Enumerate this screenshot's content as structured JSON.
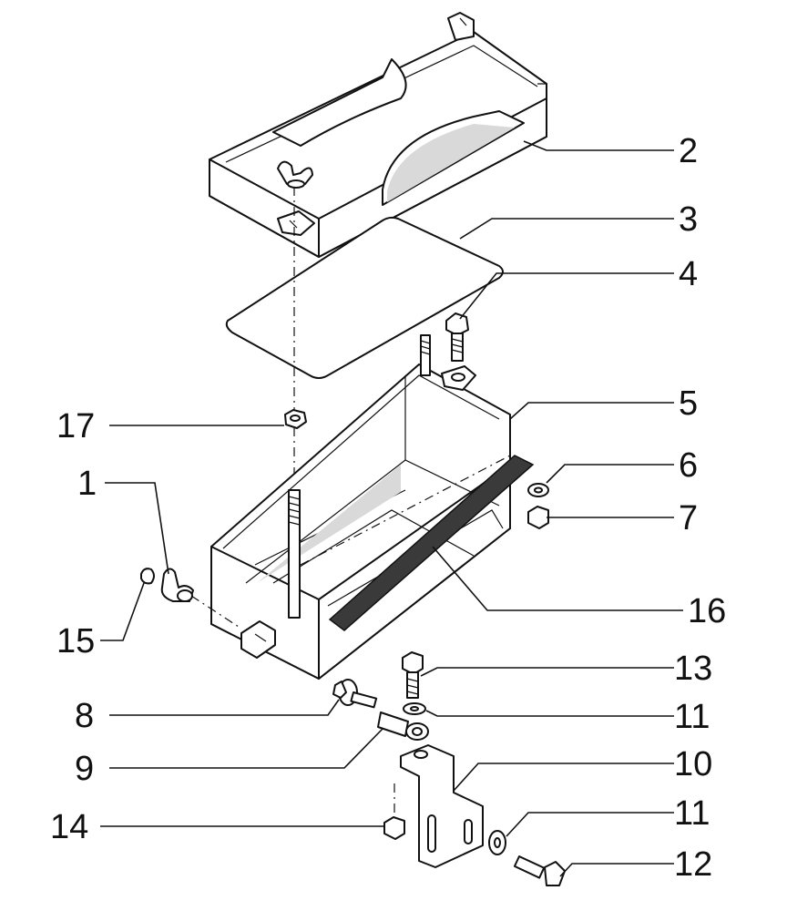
{
  "callouts": [
    {
      "id": "c2",
      "label": "2"
    },
    {
      "id": "c3",
      "label": "3"
    },
    {
      "id": "c4",
      "label": "4"
    },
    {
      "id": "c5",
      "label": "5"
    },
    {
      "id": "c6",
      "label": "6"
    },
    {
      "id": "c7",
      "label": "7"
    },
    {
      "id": "c16",
      "label": "16"
    },
    {
      "id": "c13",
      "label": "13"
    },
    {
      "id": "c11a",
      "label": "11"
    },
    {
      "id": "c10",
      "label": "10"
    },
    {
      "id": "c11b",
      "label": "11"
    },
    {
      "id": "c12",
      "label": "12"
    },
    {
      "id": "c17",
      "label": "17"
    },
    {
      "id": "c1",
      "label": "1"
    },
    {
      "id": "c15",
      "label": "15"
    },
    {
      "id": "c8",
      "label": "8"
    },
    {
      "id": "c9",
      "label": "9"
    },
    {
      "id": "c14",
      "label": "14"
    }
  ]
}
